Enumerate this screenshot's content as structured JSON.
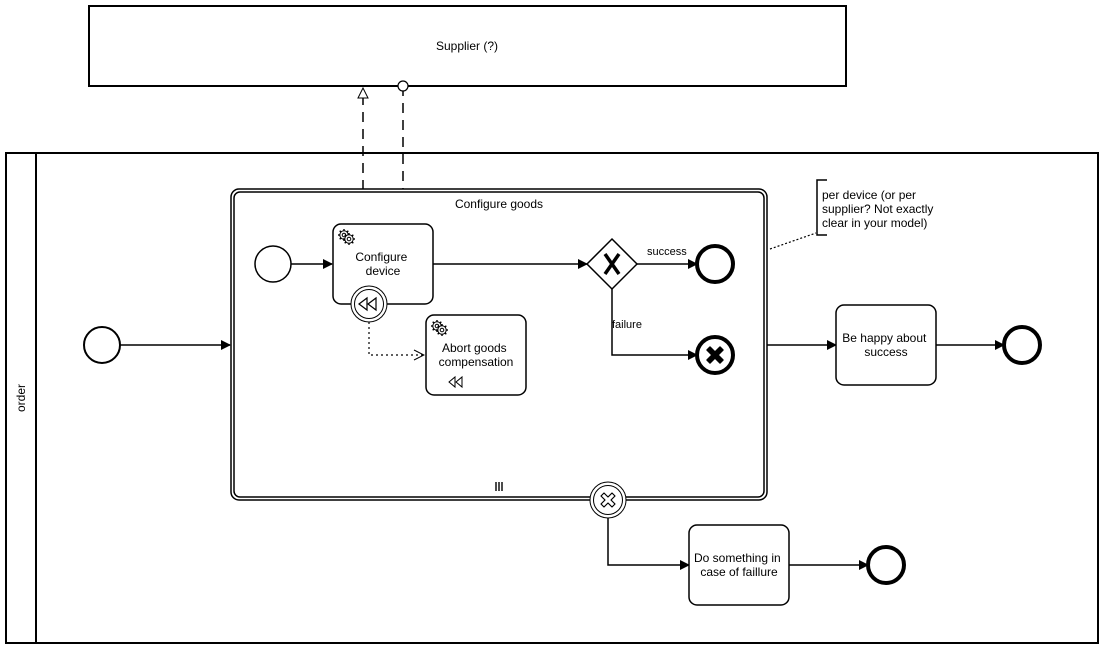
{
  "pool": {
    "participant": "Supplier (?)",
    "lane_label": "order"
  },
  "subprocess": {
    "label": "Configure goods",
    "marker": "multi-instance-parallel"
  },
  "tasks": {
    "configure": [
      "Configure",
      "device"
    ],
    "abort": [
      "Abort goods",
      "compensation"
    ],
    "happy": [
      "Be happy about",
      "success"
    ],
    "failure": [
      "Do something in",
      "case of faillure"
    ]
  },
  "gateway": {
    "type": "exclusive",
    "success_label": "success",
    "failure_label": "failure"
  },
  "annotation": [
    "per device (or per",
    "supplier? Not exactly",
    "clear in your model)"
  ],
  "colors": {
    "stroke": "#000000",
    "fill": "#ffffff"
  }
}
